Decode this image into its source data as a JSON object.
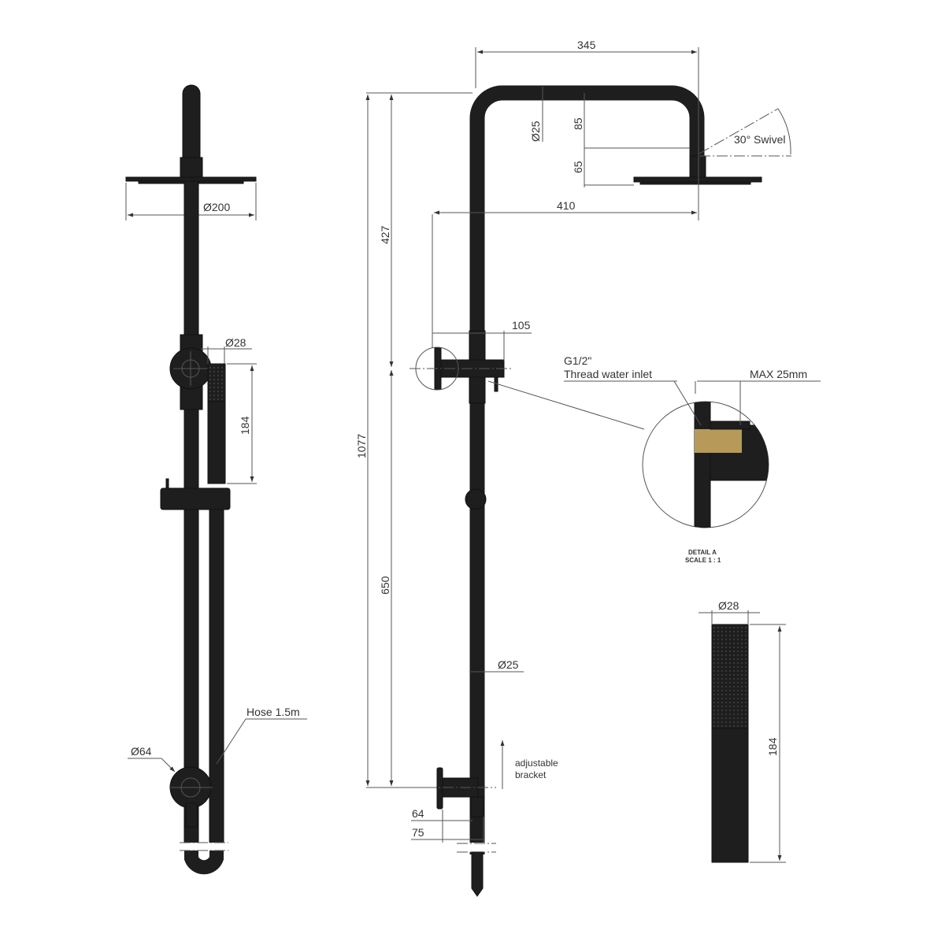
{
  "drawing": {
    "title": "Rail shower with overhead rain head and hand shower – dimension drawing",
    "units": "mm",
    "left_view": {
      "head_diameter": "Ø200",
      "hand_shower_diameter": "Ø28",
      "hand_shower_length": "184",
      "wall_bracket_diameter": "Ø64",
      "hose_label": "Hose 1.5m"
    },
    "center_view": {
      "arm_reach": "345",
      "arm_pipe_diameter": "Ø25",
      "drop_85": "85",
      "drop_65": "65",
      "swivel_label": "30° Swivel",
      "head_offset": "410",
      "upper_height": "427",
      "total_height": "1077",
      "lower_height": "650",
      "inlet_projection": "105",
      "rail_diameter": "Ø25",
      "adjustable_bracket_label": "adjustable bracket",
      "bracket_64": "64",
      "bracket_75": "75"
    },
    "detail_a": {
      "thread_label_line1": "G1/2\"",
      "thread_label_line2": "Thread water inlet",
      "max_label": "MAX 25mm",
      "title": "DETAIL A",
      "scale": "SCALE 1 : 1"
    },
    "hand_shower_view": {
      "diameter": "Ø28",
      "length": "184"
    },
    "colors": {
      "finish": "#1e1e1e",
      "dimension_line": "#555555",
      "thread_brass": "#b79a5a",
      "background": "#ffffff"
    }
  }
}
